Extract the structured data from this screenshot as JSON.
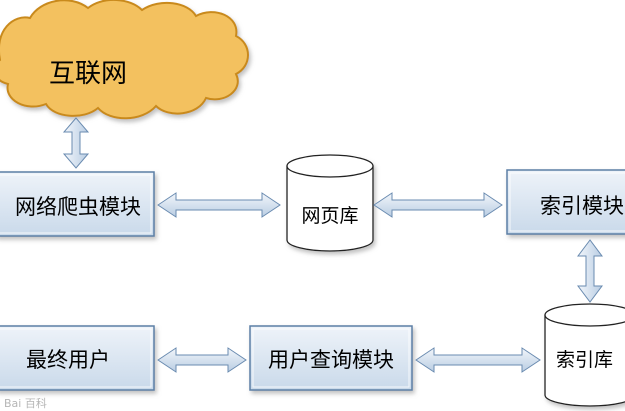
{
  "nodes": {
    "internet": "互联网",
    "crawler": "网络爬虫模块",
    "webpage_db": "网页库",
    "indexer": "索引模块",
    "index_db": "索引库",
    "end_user": "最终用户",
    "query": "用户查询模块"
  },
  "watermark": "Bai 百科",
  "colors": {
    "cloud_fill": "#f3c15f",
    "cloud_stroke": "#c98a1e",
    "box_fill": "#dfe9f4",
    "box_stroke": "#5b7fa6",
    "arrow_fill": "#d4e1ef",
    "arrow_stroke": "#6a8bb0"
  }
}
